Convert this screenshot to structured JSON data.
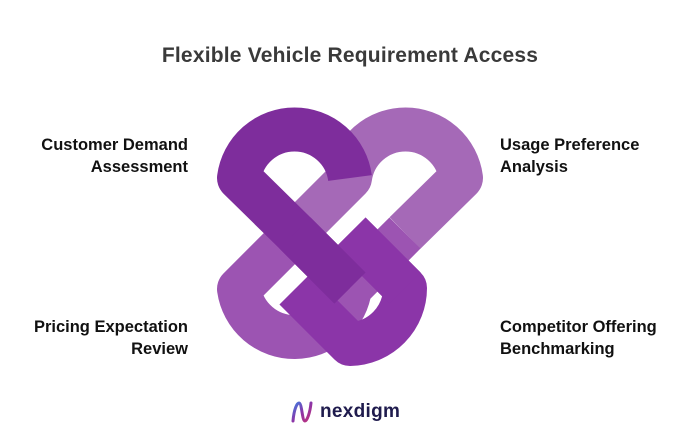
{
  "title": "Flexible Vehicle Requirement Access",
  "labels": {
    "top_left": [
      "Customer Demand",
      "Assessment"
    ],
    "top_right": [
      "Usage Preference",
      "Analysis"
    ],
    "bottom_left": [
      "Pricing Expectation",
      "Review"
    ],
    "bottom_right": [
      "Competitor Offering",
      "Benchmarking"
    ]
  },
  "logo": {
    "text": "nexdigm",
    "icon": "nexdigm-logo-icon"
  },
  "colors": {
    "band_top_left": "#7e2d9c",
    "band_top_right": "#a569b7",
    "band_bottom_left": "#9c54b2",
    "band_bottom_right": "#8b35a8",
    "logo_text": "#1f1b4d"
  }
}
